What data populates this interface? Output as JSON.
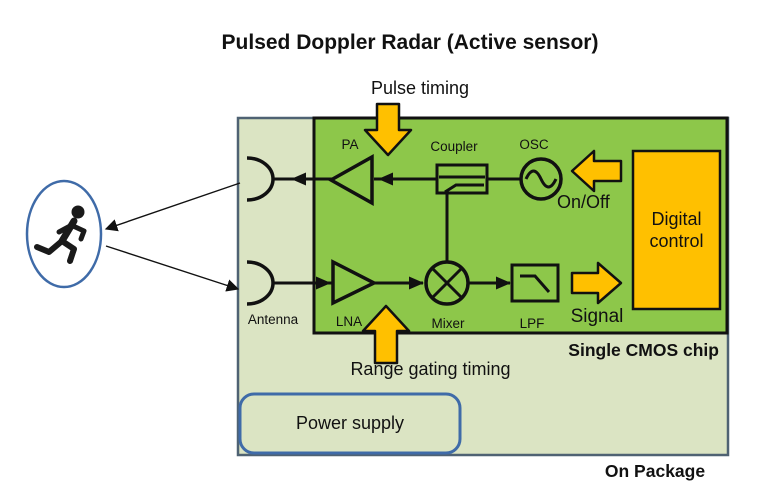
{
  "title": "Pulsed Doppler Radar (Active sensor)",
  "signals": {
    "pulse_timing": "Pulse timing",
    "range_gating": "Range gating timing",
    "on_off": "On/Off",
    "signal": "Signal"
  },
  "chip": {
    "label": "Single CMOS chip",
    "blocks": {
      "pa": "PA",
      "coupler": "Coupler",
      "osc": "OSC",
      "lna": "LNA",
      "mixer": "Mixer",
      "lpf": "LPF"
    },
    "digital_control": {
      "line1": "Digital",
      "line2": "control"
    }
  },
  "package": {
    "label": "On Package",
    "antenna_label": "Antenna",
    "power_supply_label": "Power supply"
  },
  "icons": {
    "target": "running-person-icon",
    "osc_symbol": "sine-wave-icon",
    "mixer_symbol": "multiply-cross-icon",
    "antenna_symbol": "antenna-arc-icon",
    "lpf_symbol": "lowpass-response-icon"
  },
  "colors": {
    "chip_fill": "#8dc74a",
    "package_fill": "#dbe4c3",
    "package_border": "#4f6273",
    "accent_orange": "#ffc000",
    "power_border": "#3f6ba8",
    "ellipse_border": "#3f6ba8",
    "ink": "#111111"
  }
}
